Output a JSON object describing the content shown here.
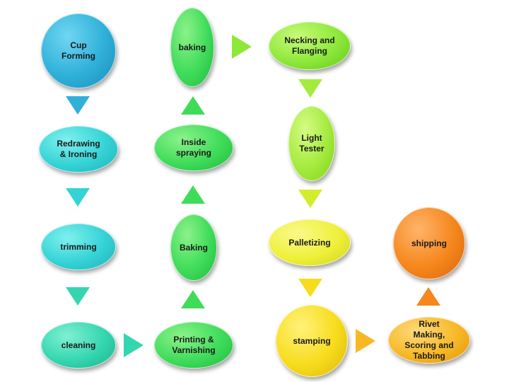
{
  "nodes": {
    "cup_forming": "Cup\nForming",
    "redrawing_ironing": "Redrawing\n& Ironing",
    "trimming": "trimming",
    "cleaning": "cleaning",
    "printing_varnishing": "Printing &\nVarnishing",
    "baking_lower": "Baking",
    "inside_spraying": "Inside\nspraying",
    "baking_top": "baking",
    "necking_flanging": "Necking and\nFlanging",
    "light_tester": "Light\nTester",
    "palletizing": "Palletizing",
    "stamping": "stamping",
    "rivet_making": "Rivet\nMaking,\nScoring and\nTabbing",
    "shipping": "shipping"
  },
  "colors": {
    "blue": "#2fb0d9",
    "cyan": "#35d3d6",
    "teal": "#34d6b0",
    "green": "#3fdc5a",
    "lime": "#8ee83a",
    "yellow": "#eef03a",
    "amber": "#f7b826",
    "orange": "#f5871c"
  }
}
